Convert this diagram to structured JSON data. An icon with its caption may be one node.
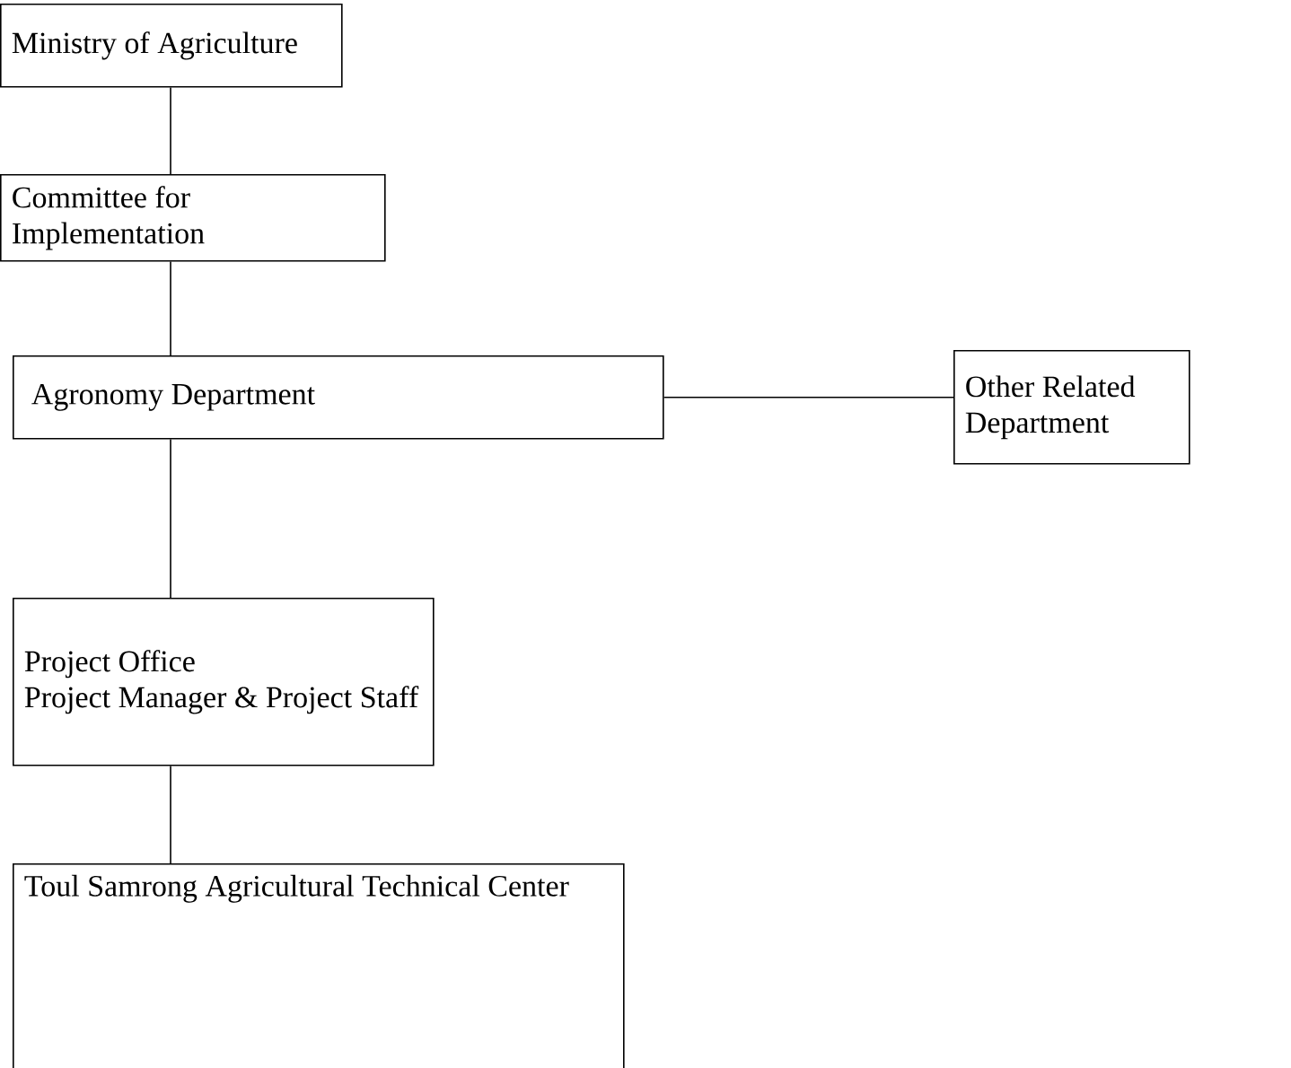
{
  "diagram": {
    "nodes": [
      {
        "text": [
          "Ministry of Agriculture"
        ]
      },
      {
        "text": [
          "Committee for Implementation"
        ]
      },
      {
        "text": [
          "Agronomy Department"
        ]
      },
      {
        "text": [
          "Other Related Department"
        ]
      },
      {
        "text": [
          "Project Office",
          "Project Manager & Project Staff"
        ]
      },
      {
        "text": [
          "Toul Samrong Agricultural Technical Center"
        ]
      }
    ],
    "edges": [
      {
        "from": 0,
        "to": 1,
        "arrow": "none"
      },
      {
        "from": 1,
        "to": 2,
        "arrow": "none"
      },
      {
        "from": 2,
        "to": 3,
        "arrow": "none"
      },
      {
        "from": 2,
        "to": 4,
        "arrow": "none"
      },
      {
        "from": 4,
        "to": 5,
        "arrow": "none"
      }
    ]
  }
}
